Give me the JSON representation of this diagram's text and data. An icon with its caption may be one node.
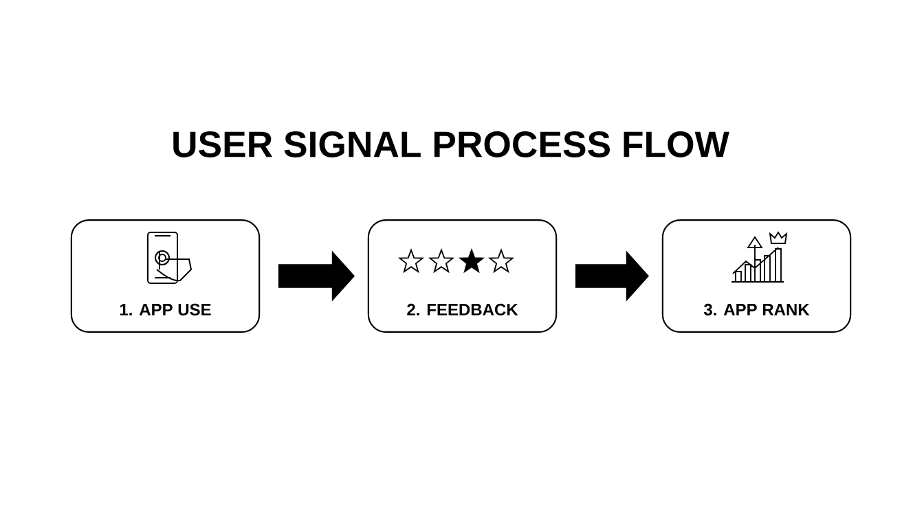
{
  "diagram": {
    "title": "USER SIGNAL PROCESS FLOW",
    "nodes": [
      {
        "text": [
          "1. APP USE"
        ]
      },
      {
        "text": [
          "2. FEEDBACK"
        ]
      },
      {
        "text": [
          "3. APP RANK"
        ]
      }
    ],
    "edges": [
      {
        "from": 0,
        "to": 1,
        "arrow": "to"
      },
      {
        "from": 1,
        "to": 2,
        "arrow": "to"
      }
    ]
  }
}
